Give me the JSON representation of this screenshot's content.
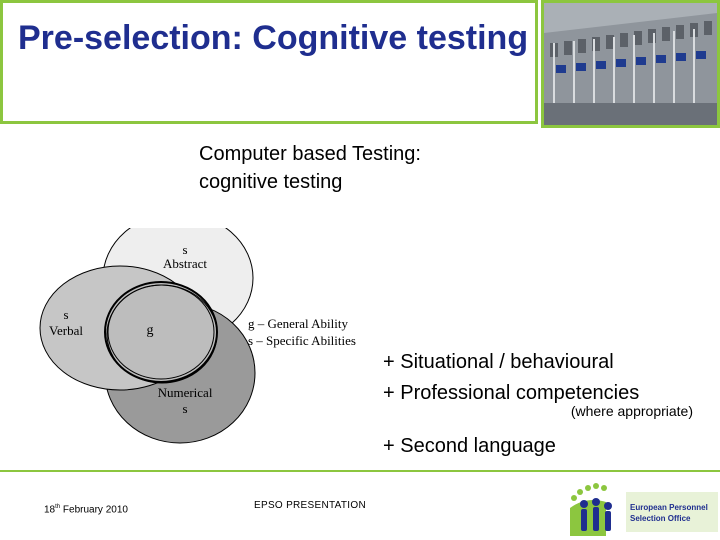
{
  "slide": {
    "title": "Pre-selection: Cognitive testing",
    "subtitle_line1": "Computer based Testing:",
    "subtitle_line2": "cognitive testing"
  },
  "venn": {
    "abstract_s": "s",
    "abstract_label": "Abstract",
    "verbal_s": "s",
    "verbal_label": "Verbal",
    "center_label": "g",
    "numerical_label": "Numerical",
    "numerical_s": "s"
  },
  "legend": {
    "line1": "g – General Ability",
    "line2": "s – Specific Abilities"
  },
  "bullets": {
    "item1": "+ Situational / behavioural",
    "item2": "+ Professional competencies",
    "note": "(where appropriate)",
    "item3": "+ Second language"
  },
  "footer": {
    "date_day": "18",
    "date_suffix": "th",
    "date_rest": " February 2010",
    "presentation": "EPSO PRESENTATION",
    "logo_line1": "European Personnel",
    "logo_line2": "Selection Office"
  },
  "colors": {
    "title": "#1f2e8f",
    "accent_green": "#8cc63f"
  }
}
